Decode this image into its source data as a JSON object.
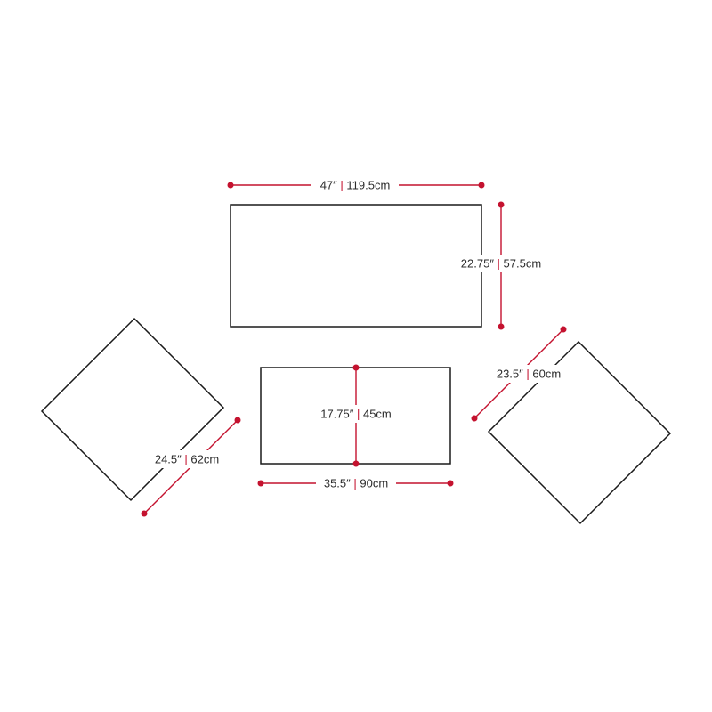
{
  "colors": {
    "outline": "#1a1a1a",
    "dimension": "#c4122f",
    "text": "#2b2b2b",
    "background": "#ffffff"
  },
  "dimensions": {
    "top_width": {
      "imperial": "47″",
      "metric": "119.5cm"
    },
    "top_depth": {
      "imperial": "22.75″",
      "metric": "57.5cm"
    },
    "bottom_depth": {
      "imperial": "17.75″",
      "metric": "45cm"
    },
    "bottom_width": {
      "imperial": "35.5″",
      "metric": "90cm"
    },
    "left_diamond": {
      "imperial": "24.5″",
      "metric": "62cm"
    },
    "right_diamond": {
      "imperial": "23.5″",
      "metric": "60cm"
    }
  }
}
